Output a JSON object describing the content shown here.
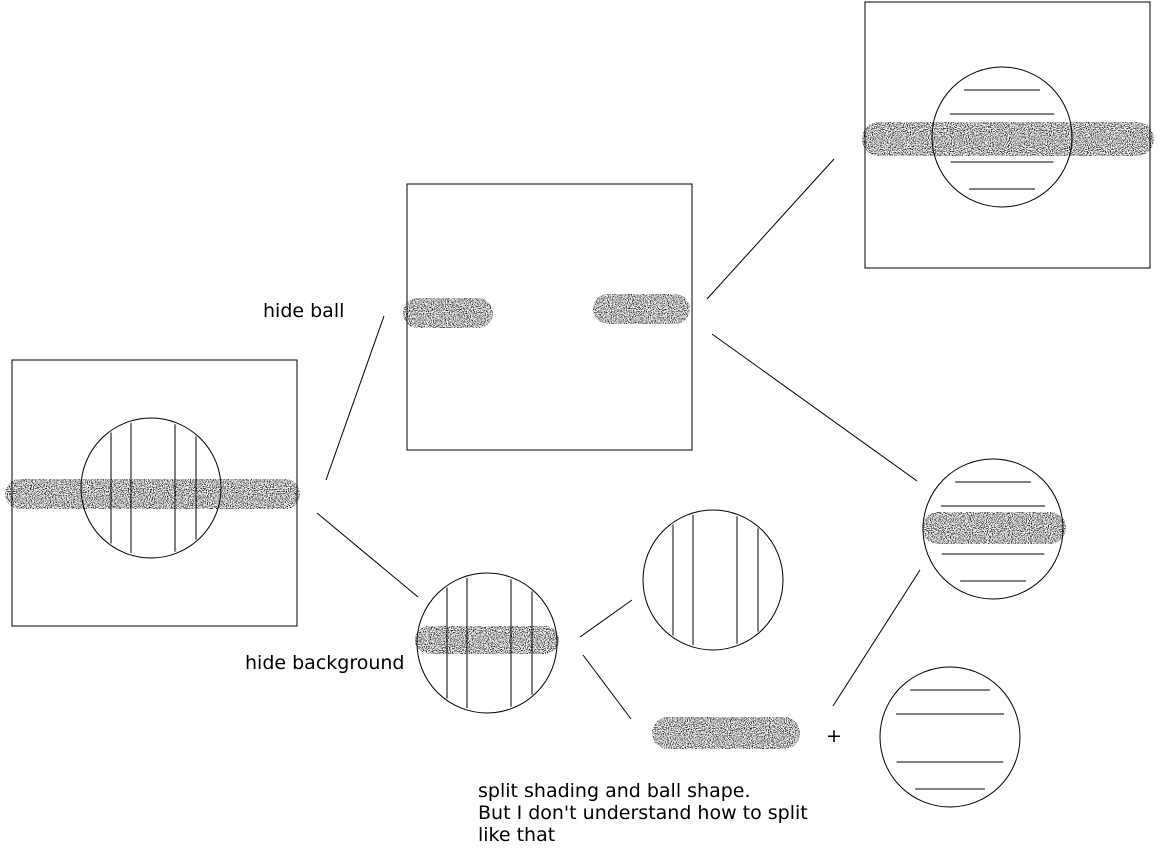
{
  "labels": {
    "hide_ball": "hide ball",
    "hide_background": "hide background",
    "plus": "+",
    "note": "split shading and ball shape.\nBut I don't understand how to split\nlike that"
  },
  "colors": {
    "ink": "#000000",
    "paper": "#ffffff"
  }
}
